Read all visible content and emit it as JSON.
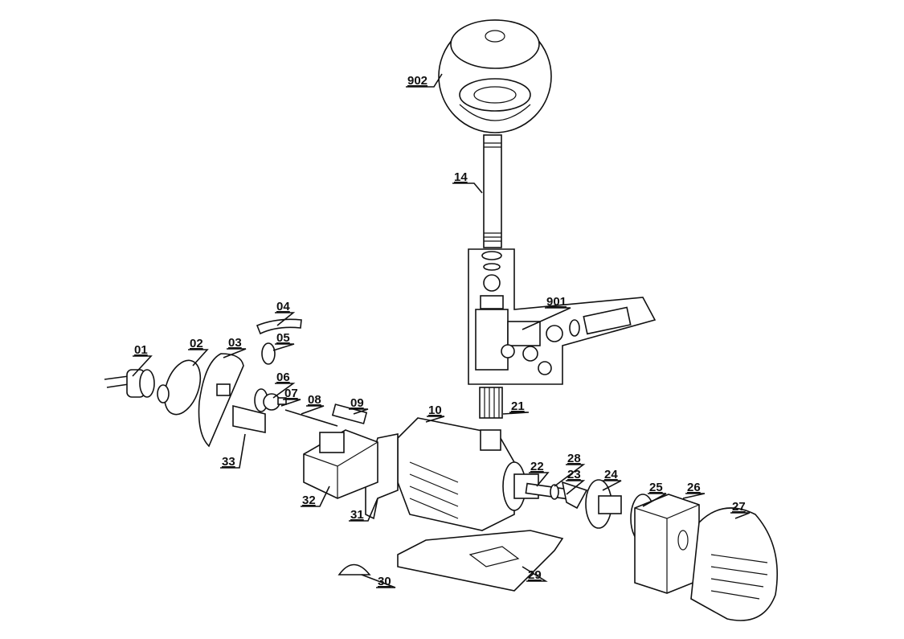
{
  "diagram": {
    "type": "exploded-parts-view",
    "parts": {
      "p902": "902",
      "p14": "14",
      "p901": "901",
      "p01": "01",
      "p02": "02",
      "p03": "03",
      "p04": "04",
      "p05": "05",
      "p06": "06",
      "p07": "07",
      "p08": "08",
      "p09": "09",
      "p10": "10",
      "p21": "21",
      "p22": "22",
      "p23": "23",
      "p24": "24",
      "p25": "25",
      "p26": "26",
      "p27": "27",
      "p28": "28",
      "p29": "29",
      "p30": "30",
      "p31": "31",
      "p32": "32",
      "p33": "33"
    }
  }
}
